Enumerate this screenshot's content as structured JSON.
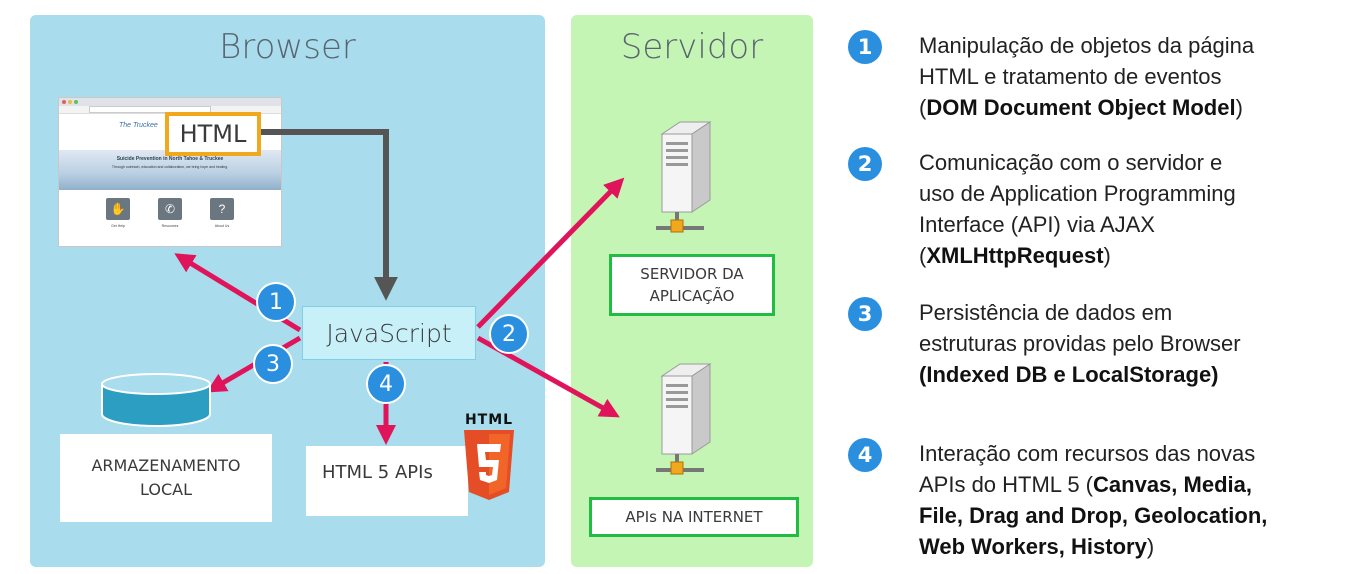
{
  "browser": {
    "title": "Browser",
    "html_label": "HTML",
    "mockup": {
      "hero_title": "Suicide Prevention in North Tahoe & Truckee",
      "hero_sub": "Through outreach, education and collaboration, we bring hope and healing.",
      "cards": [
        "Get Help",
        "Resources",
        "About Us"
      ],
      "logo_text": "The Truckee"
    },
    "js_label": "JavaScript",
    "storage_label": "ARMAZENAMENTO LOCAL",
    "apis_label": "HTML 5 APIs",
    "html5_badge_text": "HTML",
    "html5_badge_digit": "5"
  },
  "servidor": {
    "title": "Servidor",
    "app_server_label": "SERVIDOR DA APLICAÇÃO",
    "internet_apis_label": "APIs NA INTERNET"
  },
  "markers": [
    "1",
    "2",
    "3",
    "4"
  ],
  "legend": [
    {
      "num": "1",
      "lines": [
        "Manipulação de objetos da página",
        "HTML e tratamento de eventos"
      ],
      "bold": "DOM Document Object Model",
      "open": "(",
      "close": ")"
    },
    {
      "num": "2",
      "lines": [
        "Comunicação com o servidor e",
        "uso de Application Programming",
        "Interface (API) via AJAX"
      ],
      "bold": "XMLHttpRequest",
      "open": "(",
      "close": ")"
    },
    {
      "num": "3",
      "lines": [
        "Persistência de dados em",
        "estruturas providas pelo Browser"
      ],
      "bold": "(Indexed DB e LocalStorage)",
      "open": "",
      "close": ""
    },
    {
      "num": "4",
      "lines": [
        "Interação com recursos das novas"
      ],
      "inline_prefix": "APIs do HTML 5 (",
      "bold_lines": [
        "Canvas, Media,",
        "File, Drag and Drop, Geolocation,",
        "Web Workers, History"
      ],
      "close": ")"
    }
  ],
  "colors": {
    "browser_bg": "#a9dcec",
    "server_bg": "#c4f5b4",
    "arrow_pink": "#e0145a",
    "arrow_gray": "#555555",
    "html_border": "#f2a81d",
    "js_bg": "#c8f0f8",
    "server_border": "#22bb44",
    "marker_blue": "#2b8fe0",
    "html5_orange": "#e44d26"
  },
  "icons": [
    "browser-screenshot",
    "database-cylinder-icon",
    "server-icon",
    "html5-logo-icon"
  ]
}
